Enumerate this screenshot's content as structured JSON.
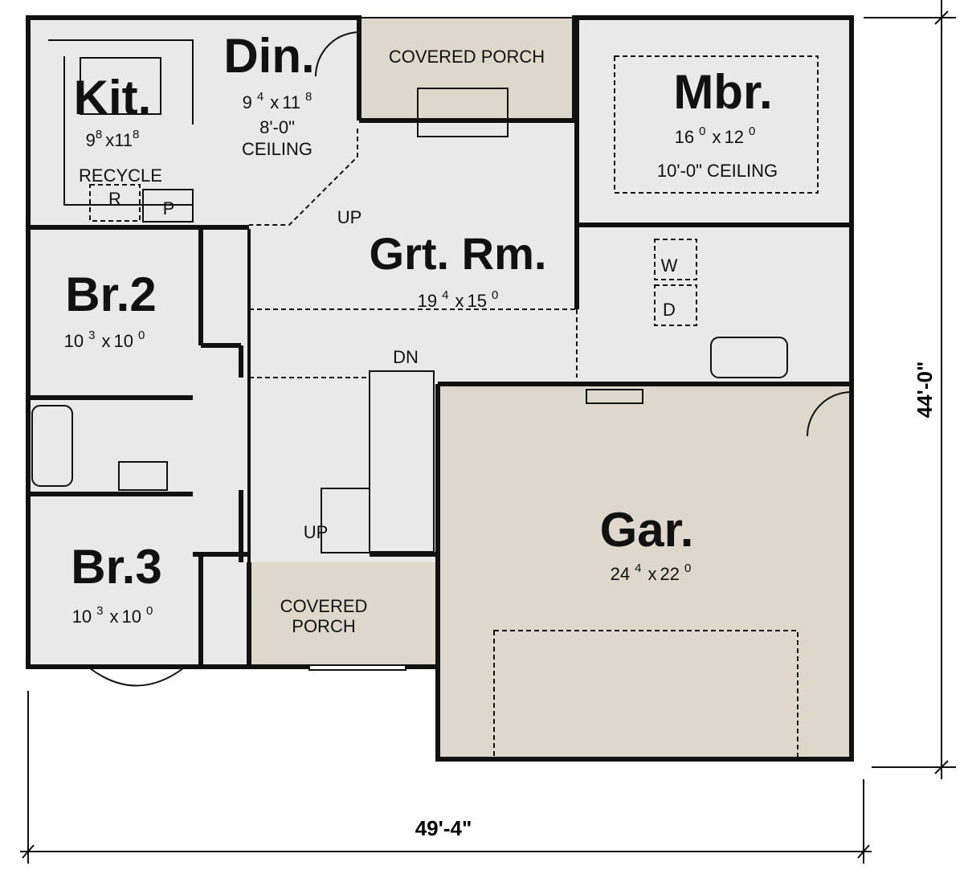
{
  "rooms": {
    "kitchen": {
      "name": "Kit.",
      "w": "9",
      "w_in": "8",
      "x": "x",
      "l": "11",
      "l_in": "8"
    },
    "dining": {
      "name": "Din.",
      "w": "9",
      "w_in": "4",
      "x": "x",
      "l": "11",
      "l_in": "8",
      "ceiling_height": "8'-0\"",
      "ceiling": "CEILING"
    },
    "master": {
      "name": "Mbr.",
      "w": "16",
      "w_in": "0",
      "x": "x",
      "l": "12",
      "l_in": "0",
      "ceiling": "10'-0\" CEILING"
    },
    "great_room": {
      "name": "Grt. Rm.",
      "w": "19",
      "w_in": "4",
      "x": "x",
      "l": "15",
      "l_in": "0"
    },
    "bedroom2": {
      "name": "Br.2",
      "w": "10",
      "w_in": "3",
      "x": "x",
      "l": "10",
      "l_in": "0"
    },
    "bedroom3": {
      "name": "Br.3",
      "w": "10",
      "w_in": "3",
      "x": "x",
      "l": "10",
      "l_in": "0"
    },
    "garage": {
      "name": "Gar.",
      "w": "24",
      "w_in": "4",
      "x": "x",
      "l": "22",
      "l_in": "0"
    },
    "rear_porch": {
      "name": "COVERED PORCH"
    },
    "front_porch": {
      "line1": "COVERED",
      "line2": "PORCH"
    }
  },
  "labels": {
    "recycle": "RECYCLE",
    "recycle_bin": "R",
    "pantry": "P",
    "up_dining": "UP",
    "down_stairs": "DN",
    "up_stairs": "UP",
    "washer": "W",
    "dryer": "D"
  },
  "dimensions": {
    "overall_width": "49'-4\"",
    "overall_depth": "44'-0\""
  },
  "colors": {
    "floor": "#e9e9e9",
    "porch": "#ddd8cb",
    "wall": "#111111"
  }
}
